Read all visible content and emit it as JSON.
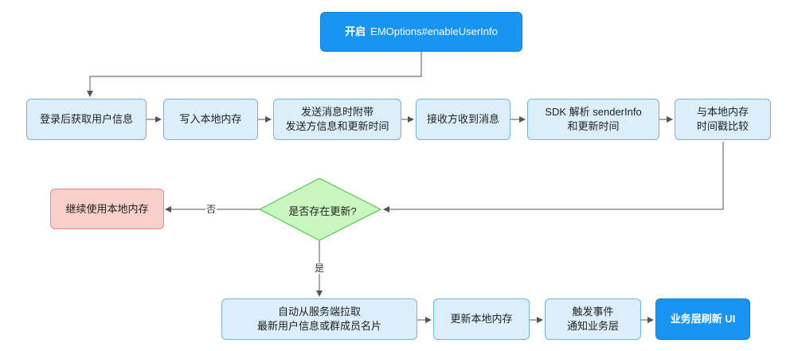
{
  "nodes": {
    "start": {
      "prefix": "开启",
      "text": "EMOptions#enableUserInfo"
    },
    "login": "登录后获取用户信息",
    "write_local": "写入本地内存",
    "send_msg": "发送消息时附带\n发送方信息和更新时间",
    "receive": "接收方收到消息",
    "sdk_parse": "SDK 解析 senderInfo\n和更新时间",
    "compare": "与本地内存\n时间戳比较",
    "decision": "是否存在更新?",
    "continue_local": "继续使用本地内存",
    "fetch_server": "自动从服务端拉取\n最新用户信息或群成员名片",
    "update_local": "更新本地内存",
    "trigger_event": "触发事件\n通知业务层",
    "refresh_ui": "业务层刷新 UI"
  },
  "edge_labels": {
    "no": "否",
    "yes": "是"
  },
  "colors": {
    "box_fill": "#dbeefa",
    "box_border": "#71b3e8",
    "strong_fill": "#1a94f2",
    "decision_fill": "#c9f7bf",
    "decision_border": "#3ec43e",
    "warn_fill": "#f8cfca",
    "arrow": "#555555"
  }
}
